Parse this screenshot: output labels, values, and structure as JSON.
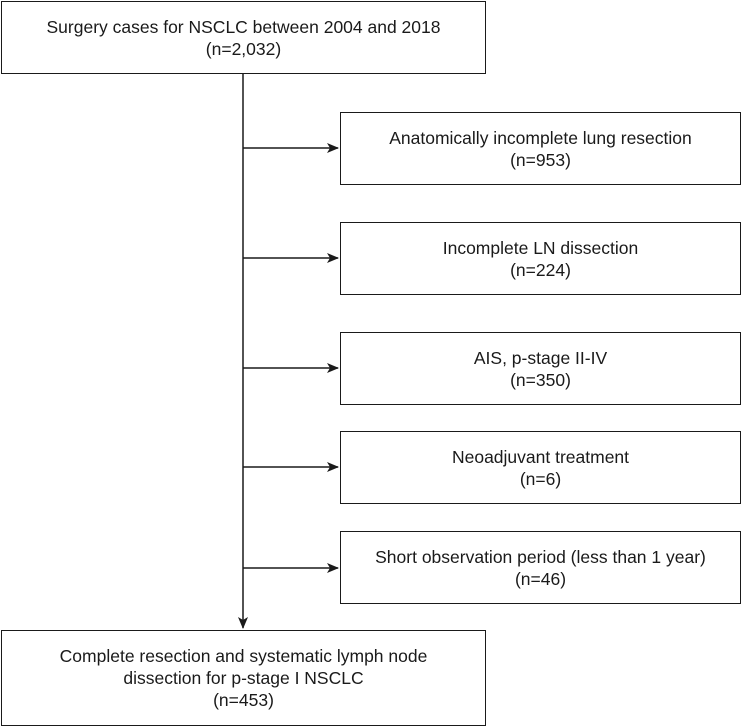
{
  "top": {
    "title": "Surgery cases for NSCLC between 2004 and 2018",
    "count": "(n=2,032)"
  },
  "exclusions": [
    {
      "label": "Anatomically incomplete lung resection",
      "count": "(n=953)"
    },
    {
      "label": "Incomplete LN dissection",
      "count": "(n=224)"
    },
    {
      "label": "AIS, p-stage II-IV",
      "count": "(n=350)"
    },
    {
      "label": "Neoadjuvant treatment",
      "count": "(n=6)"
    },
    {
      "label": "Short observation period (less than 1 year)",
      "count": "(n=46)"
    }
  ],
  "bottom": {
    "line1": "Complete resection and systematic lymph node",
    "line2": "dissection for p-stage I NSCLC",
    "count": "(n=453)"
  }
}
